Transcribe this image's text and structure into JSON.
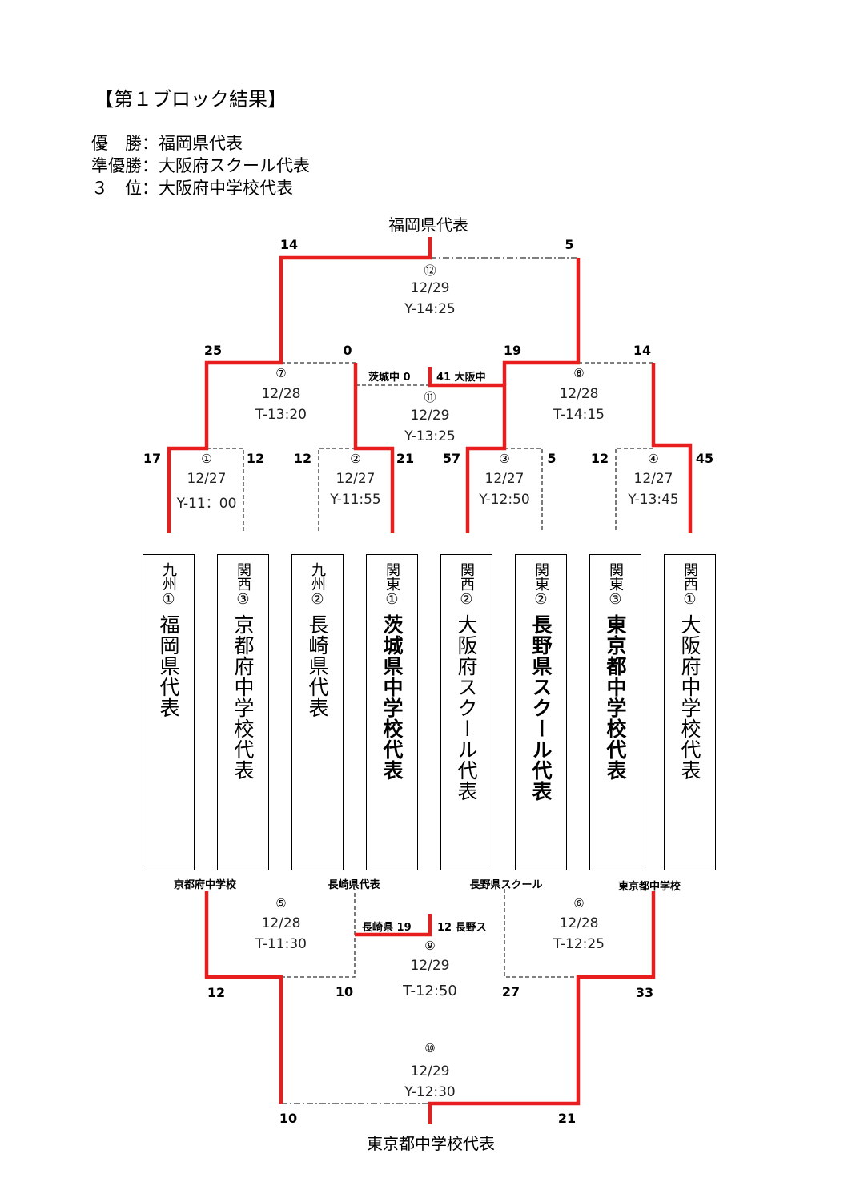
{
  "heading": "【第１ブロック結果】",
  "results": [
    {
      "label": "優　勝",
      "sep": "：",
      "team": "福岡県代表"
    },
    {
      "label": "準優勝",
      "sep": "：",
      "team": "大阪府スクール代表"
    },
    {
      "label": "３　位",
      "sep": "：",
      "team": "大阪府中学校代表"
    }
  ],
  "winner_top": "福岡県代表",
  "winner_bottom": "東京都中学校代表",
  "teams": [
    {
      "region": "九州①",
      "name": "福岡県代表"
    },
    {
      "region": "関西③",
      "name": "京都府中学校代表"
    },
    {
      "region": "九州②",
      "name": "長崎県代表"
    },
    {
      "region": "関東①",
      "name": "茨城県中学校代表"
    },
    {
      "region": "関西②",
      "name": "大阪府スクール代表"
    },
    {
      "region": "関東②",
      "name": "長野県スクール代表"
    },
    {
      "region": "関東③",
      "name": "東京都中学校代表"
    },
    {
      "region": "関西①",
      "name": "大阪府中学校代表"
    }
  ],
  "loser_labels": [
    "京都府中学校",
    "長崎県代表",
    "長野県スクール",
    "東京都中学校"
  ],
  "games": {
    "g1": {
      "num": "①",
      "date": "12/27",
      "time": "Y-11：00",
      "left": "17",
      "right": "12"
    },
    "g2": {
      "num": "②",
      "date": "12/27",
      "time": "Y-11:55",
      "left": "12",
      "right": "21"
    },
    "g3": {
      "num": "③",
      "date": "12/27",
      "time": "Y-12:50",
      "left": "57",
      "right": "5"
    },
    "g4": {
      "num": "④",
      "date": "12/27",
      "time": "Y-13:45",
      "left": "12",
      "right": "45"
    },
    "g5": {
      "num": "⑤",
      "date": "12/28",
      "time": "T-11:30",
      "left": "12",
      "right": "10"
    },
    "g6": {
      "num": "⑥",
      "date": "12/28",
      "time": "T-12:25",
      "left": "27",
      "right": "33"
    },
    "g7": {
      "num": "⑦",
      "date": "12/28",
      "time": "T-13:20",
      "left": "25",
      "right": "0"
    },
    "g8": {
      "num": "⑧",
      "date": "12/28",
      "time": "T-14:15",
      "left": "19",
      "right": "14"
    },
    "g9": {
      "num": "⑨",
      "date": "12/29",
      "time": "T-12:50",
      "left_label": "長崎県 19",
      "right_label": "12 長野ス"
    },
    "g10": {
      "num": "⑩",
      "date": "12/29",
      "time": "Y-12:30",
      "left": "10",
      "right": "21"
    },
    "g11": {
      "num": "⑪",
      "date": "12/29",
      "time": "Y-13:25",
      "left_label": "茨城中 0",
      "right_label": "41 大阪中"
    },
    "g12": {
      "num": "⑫",
      "date": "12/29",
      "time": "Y-14:25",
      "left": "14",
      "right": "5"
    }
  },
  "colors": {
    "win_line": "#e81e1e",
    "loss_line": "#333333"
  }
}
